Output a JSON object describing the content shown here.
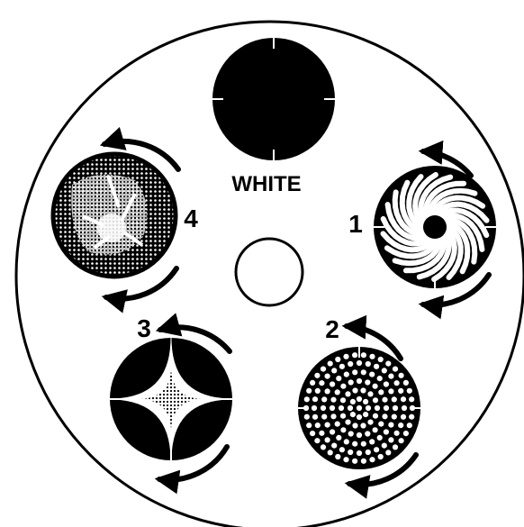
{
  "labels": {
    "white": "WHITE",
    "gobo_1": "1",
    "gobo_2": "2",
    "gobo_3": "3",
    "gobo_4": "4"
  },
  "colors": {
    "ink": "#000000",
    "paper": "#ffffff"
  }
}
